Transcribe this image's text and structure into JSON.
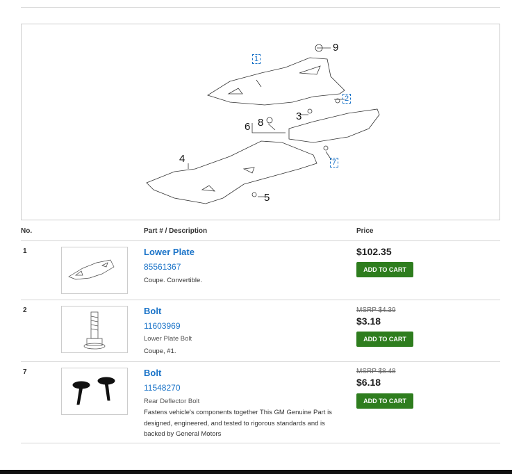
{
  "diagram": {
    "callouts": [
      {
        "n": "1",
        "link": true
      },
      {
        "n": "9",
        "link": false
      },
      {
        "n": "2",
        "link": true
      },
      {
        "n": "3",
        "link": false
      },
      {
        "n": "8",
        "link": false
      },
      {
        "n": "6",
        "link": false
      },
      {
        "n": "4",
        "link": false
      },
      {
        "n": "7",
        "link": true
      },
      {
        "n": "5",
        "link": false
      }
    ]
  },
  "table": {
    "headers": {
      "no": "No.",
      "part": "Part # / Description",
      "price": "Price"
    },
    "add_label": "ADD TO CART",
    "rows": [
      {
        "no": "1",
        "name": "Lower Plate",
        "part_number": "85561367",
        "note": "Coupe. Convertible.",
        "price": "$102.35"
      },
      {
        "no": "2",
        "name": "Bolt",
        "part_number": "11603969",
        "desc": "Lower Plate Bolt",
        "note": "Coupe, #1.",
        "msrp": "MSRP $4.39",
        "price": "$3.18"
      },
      {
        "no": "7",
        "name": "Bolt",
        "part_number": "11548270",
        "desc": "Rear Deflector Bolt",
        "note": "Fastens vehicle's components together This GM Genuine Part is designed, engineered, and tested to rigorous standards and is backed by General Motors",
        "msrp": "MSRP $8.48",
        "price": "$6.18"
      }
    ]
  }
}
